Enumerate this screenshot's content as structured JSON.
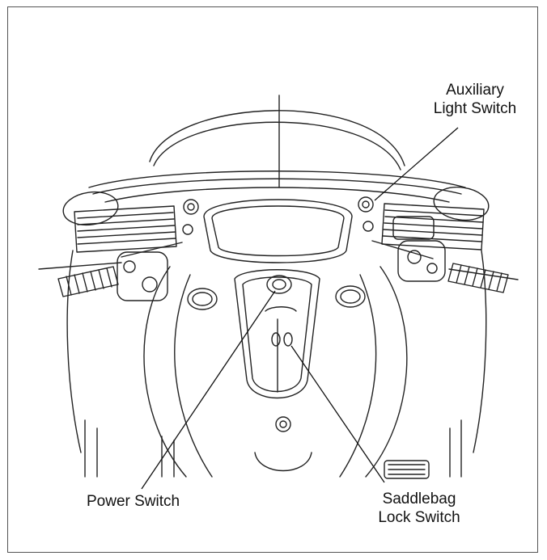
{
  "labels": {
    "auxiliary_light_switch": {
      "line1": "Auxiliary",
      "line2": "Light Switch"
    },
    "power_switch": {
      "line1": "Power Switch"
    },
    "saddlebag_lock_switch": {
      "line1": "Saddlebag",
      "line2": "Lock Switch"
    }
  },
  "colors": {
    "line": "#222222",
    "frame": "#555555",
    "background": "#ffffff"
  }
}
